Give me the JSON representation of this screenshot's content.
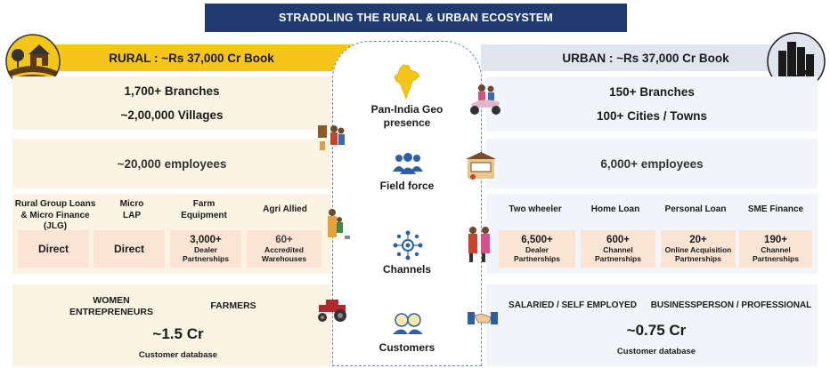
{
  "title": "STRADDLING THE RURAL & URBAN ECOSYSTEM",
  "rural": {
    "header": "RURAL : ~Rs 37,000 Cr Book",
    "branches": "1,700+ Branches",
    "villages": "~2,00,000 Villages",
    "employees": "~20,000 employees",
    "channels": [
      {
        "label": "Rural Group Loans & Micro Finance (JLG)",
        "value": "Direct",
        "sub": ""
      },
      {
        "label": "Micro LAP",
        "value": "Direct",
        "sub": ""
      },
      {
        "label": "Farm Equipment",
        "value": "3,000+",
        "sub": "Dealer Partnerships"
      },
      {
        "label": "Agri Allied",
        "value": "60+",
        "sub": "Accredited Warehouses"
      }
    ],
    "customers": {
      "seg1": "WOMEN ENTREPRENEURS",
      "seg2": "FARMERS",
      "value": "~1.5 Cr",
      "caption": "Customer database"
    }
  },
  "urban": {
    "header": "URBAN : ~Rs 37,000 Cr Book",
    "branches": "150+ Branches",
    "cities": "100+ Cities / Towns",
    "employees": "6,000+ employees",
    "channels": [
      {
        "label": "Two wheeler",
        "value": "6,500+",
        "sub": "Dealer Partnerships"
      },
      {
        "label": "Home Loan",
        "value": "600+",
        "sub": "Channel Partnerships"
      },
      {
        "label": "Personal Loan",
        "value": "20+",
        "sub": "Online Acquisition Partnerships"
      },
      {
        "label": "SME Finance",
        "value": "190+",
        "sub": "Channel Partnerships"
      }
    ],
    "customers": {
      "seg1": "SALARIED / SELF EMPLOYED",
      "seg2": "BUSINESSPERSON / PROFESSIONAL",
      "value": "~0.75 Cr",
      "caption": "Customer database"
    }
  },
  "center": {
    "geo": "Pan-India Geo presence",
    "field": "Field force",
    "channels": "Channels",
    "customers": "Customers"
  },
  "colors": {
    "title_bg": "#1f3a6e",
    "rural_band": "#f5c518",
    "urban_band": "#dfe5ef",
    "rural_panel": "#fcf3e3",
    "urban_panel": "#f1f4f8",
    "tile": "#fbe4d3",
    "icon_blue": "#2c5fa8"
  },
  "icons": [
    "rural-farm-icon",
    "city-skyline-icon",
    "india-map-icon",
    "people-group-icon",
    "network-icon",
    "customers-icon",
    "scooter-people-icon",
    "village-people-icon",
    "shop-icon",
    "family-icon",
    "tractor-icon",
    "urban-couple-icon",
    "handshake-icon"
  ]
}
